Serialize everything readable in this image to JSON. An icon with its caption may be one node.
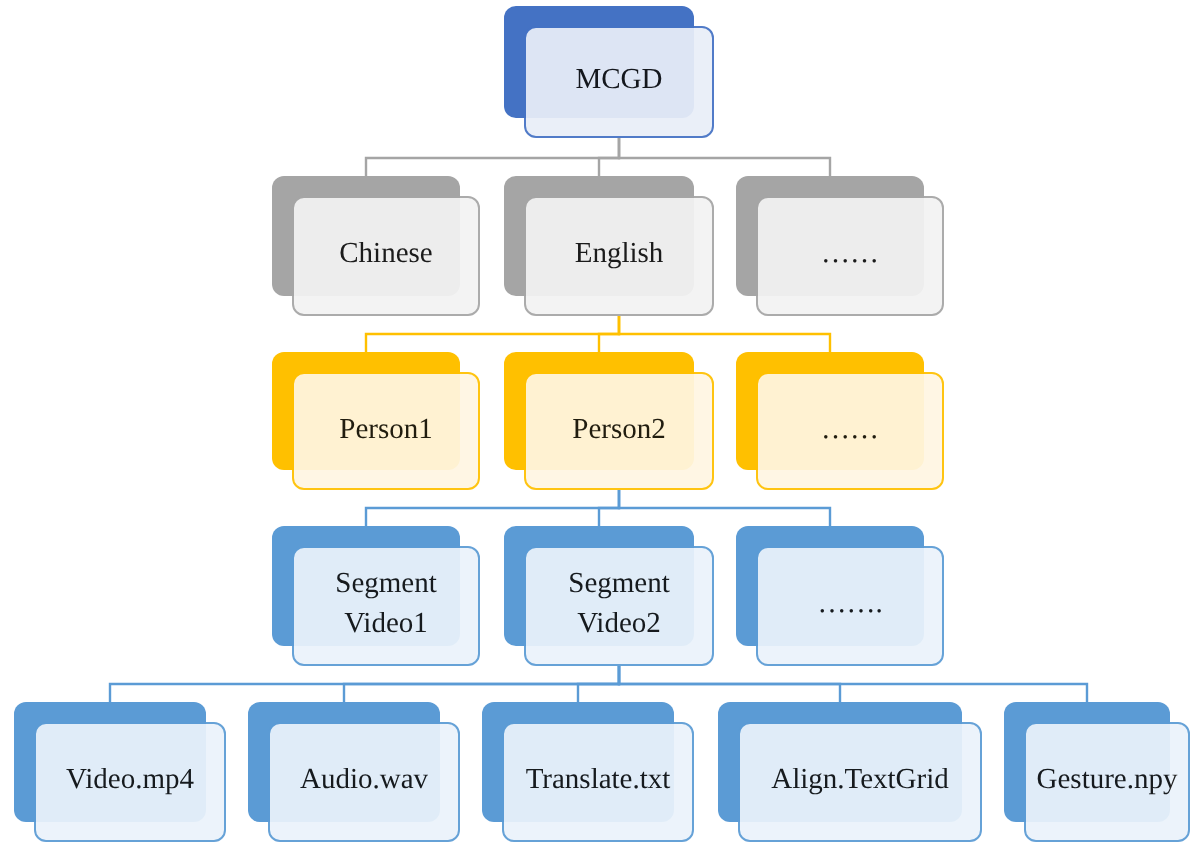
{
  "diagram": {
    "nodes": [
      {
        "text": [
          "MCGD"
        ]
      },
      {
        "text": [
          "Chinese"
        ]
      },
      {
        "text": [
          "English"
        ]
      },
      {
        "text": [
          "……"
        ]
      },
      {
        "text": [
          "Person1"
        ]
      },
      {
        "text": [
          "Person2"
        ]
      },
      {
        "text": [
          "……"
        ]
      },
      {
        "text": [
          "Segment Video1"
        ]
      },
      {
        "text": [
          "Segment Video2"
        ]
      },
      {
        "text": [
          "……."
        ]
      },
      {
        "text": [
          "Video.mp4"
        ]
      },
      {
        "text": [
          "Audio.wav"
        ]
      },
      {
        "text": [
          "Translate.txt"
        ]
      },
      {
        "text": [
          "Align.TextGrid"
        ]
      },
      {
        "text": [
          "Gesture.npy"
        ]
      }
    ],
    "edges": [
      {
        "from": 0,
        "to": 1,
        "arrow": "none",
        "color": "#a5a5a5"
      },
      {
        "from": 0,
        "to": 2,
        "arrow": "none",
        "color": "#a5a5a5"
      },
      {
        "from": 0,
        "to": 3,
        "arrow": "none",
        "color": "#a5a5a5"
      },
      {
        "from": 2,
        "to": 4,
        "arrow": "none",
        "color": "#ffc000"
      },
      {
        "from": 2,
        "to": 5,
        "arrow": "none",
        "color": "#ffc000"
      },
      {
        "from": 2,
        "to": 6,
        "arrow": "none",
        "color": "#ffc000"
      },
      {
        "from": 5,
        "to": 7,
        "arrow": "none"
      },
      {
        "from": 5,
        "to": 8,
        "arrow": "none"
      },
      {
        "from": 5,
        "to": 9,
        "arrow": "none"
      },
      {
        "from": 8,
        "to": 10,
        "arrow": "none"
      },
      {
        "from": 8,
        "to": 11,
        "arrow": "none"
      },
      {
        "from": 8,
        "to": 12,
        "arrow": "none"
      },
      {
        "from": 8,
        "to": 13,
        "arrow": "none"
      },
      {
        "from": 8,
        "to": 14,
        "arrow": "none"
      }
    ]
  }
}
